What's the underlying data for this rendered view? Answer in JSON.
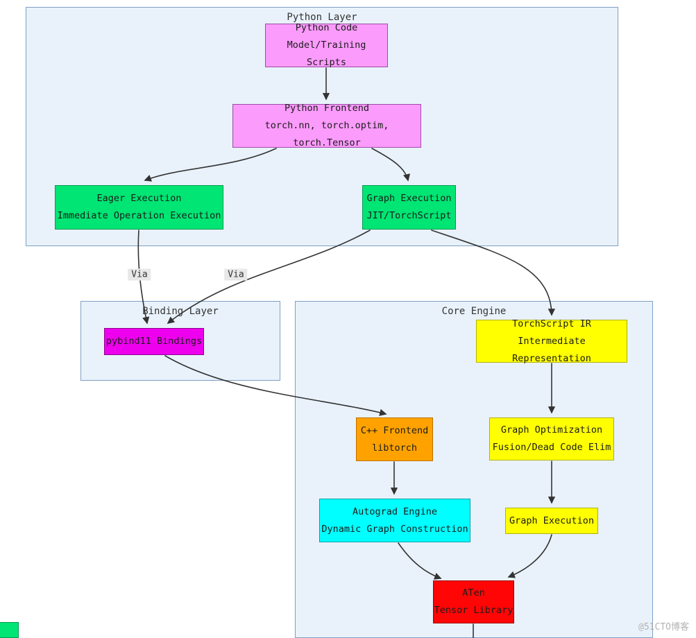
{
  "clusters": {
    "python_layer": {
      "label": "Python Layer"
    },
    "binding_layer": {
      "label": "Binding Layer"
    },
    "core_engine": {
      "label": "Core Engine"
    }
  },
  "nodes": {
    "python_code": {
      "title": "Python Code",
      "subtitle": "Model/Training Scripts"
    },
    "python_frontend": {
      "title": "Python Frontend",
      "subtitle": "torch.nn, torch.optim, torch.Tensor"
    },
    "eager_execution": {
      "title": "Eager Execution",
      "subtitle": "Immediate Operation Execution"
    },
    "graph_execution_jit": {
      "title": "Graph Execution",
      "subtitle": "JIT/TorchScript"
    },
    "pybind11": {
      "title": "pybind11 Bindings"
    },
    "torchscript_ir": {
      "title": "TorchScript IR",
      "subtitle": "Intermediate Representation"
    },
    "cpp_frontend": {
      "title": "C++ Frontend",
      "subtitle": "libtorch"
    },
    "graph_optimization": {
      "title": "Graph Optimization",
      "subtitle": "Fusion/Dead Code Elim"
    },
    "autograd_engine": {
      "title": "Autograd Engine",
      "subtitle": "Dynamic Graph Construction"
    },
    "graph_execution_core": {
      "title": "Graph Execution"
    },
    "aten": {
      "title": "ATen",
      "subtitle": "Tensor Library"
    }
  },
  "edge_labels": [
    {
      "text": "Via"
    },
    {
      "text": "Via"
    }
  ],
  "edges": [
    {
      "from": "Python Code",
      "to": "Python Frontend"
    },
    {
      "from": "Python Frontend",
      "to": "Eager Execution"
    },
    {
      "from": "Python Frontend",
      "to": "Graph Execution (JIT/TorchScript)"
    },
    {
      "from": "Eager Execution",
      "to": "pybind11 Bindings",
      "label": "Via"
    },
    {
      "from": "Graph Execution (JIT/TorchScript)",
      "to": "pybind11 Bindings",
      "label": "Via"
    },
    {
      "from": "Graph Execution (JIT/TorchScript)",
      "to": "TorchScript IR"
    },
    {
      "from": "pybind11 Bindings",
      "to": "C++ Frontend"
    },
    {
      "from": "TorchScript IR",
      "to": "Graph Optimization"
    },
    {
      "from": "C++ Frontend",
      "to": "Autograd Engine"
    },
    {
      "from": "Graph Optimization",
      "to": "Graph Execution"
    },
    {
      "from": "Autograd Engine",
      "to": "ATen"
    },
    {
      "from": "Graph Execution",
      "to": "ATen"
    }
  ],
  "watermark": {
    "text": "@51CTO博客"
  },
  "palette": {
    "cluster_fill": "#e9f2fb",
    "cluster_border": "#7e9fc4",
    "pink_fill": "#fb9bfb",
    "green_fill": "#00e573",
    "magenta_fill": "#ee00ee",
    "yellow_fill": "#ffff00",
    "orange_fill": "#ffa200",
    "cyan_fill": "#00ffff",
    "red_fill": "#ff0505",
    "edge_color": "#333333",
    "edge_label_bg": "#e8e8e8"
  }
}
